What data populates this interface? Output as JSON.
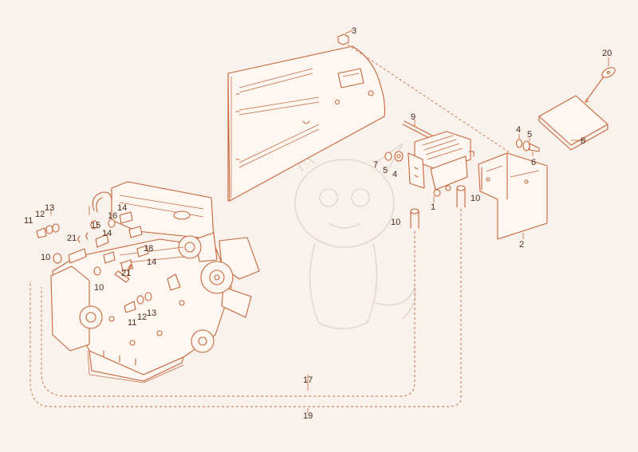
{
  "diagram": {
    "line_color": "#c8663a",
    "background_color": "#f8f1ec",
    "label_color": "#4a2a1c",
    "callouts": {
      "c3": "3",
      "c9": "9",
      "c20": "20",
      "c4a": "4",
      "c5a": "5",
      "c6": "6",
      "c8": "8",
      "c7": "7",
      "c5b": "5",
      "c4b": "4",
      "c1": "1",
      "c10a": "10",
      "c10b": "10",
      "c2": "2",
      "c11a": "11",
      "c12a": "12",
      "c13a": "13",
      "c14a": "14",
      "c16": "16",
      "c15": "15",
      "c21a": "21",
      "c14b": "14",
      "c18": "18",
      "c10c": "10",
      "c14c": "14",
      "c10d": "10",
      "c21b": "21",
      "c13b": "13",
      "c12b": "12",
      "c11b": "11",
      "c17": "17",
      "c19": "19"
    }
  }
}
